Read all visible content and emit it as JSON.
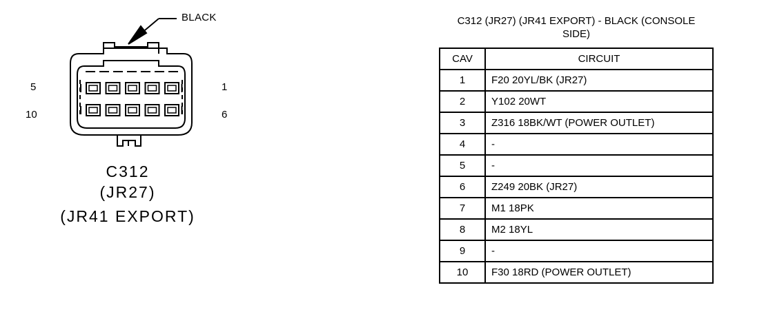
{
  "connector": {
    "color_callout": "BLACK",
    "name_lines": [
      "C312",
      "(JR27)",
      "(JR41 EXPORT)"
    ],
    "pin_labels": {
      "top_left": "5",
      "top_right": "1",
      "bottom_left": "10",
      "bottom_right": "6"
    },
    "cavity_rows": 2,
    "cavities_per_row": 5
  },
  "table": {
    "title_line1": "C312 (JR27) (JR41 EXPORT) - BLACK (CONSOLE",
    "title_line2": "SIDE)",
    "headers": {
      "cav": "CAV",
      "circuit": "CIRCUIT"
    },
    "rows": [
      {
        "cav": "1",
        "circuit": "F20 20YL/BK (JR27)"
      },
      {
        "cav": "2",
        "circuit": "Y102 20WT"
      },
      {
        "cav": "3",
        "circuit": "Z316 18BK/WT (POWER OUTLET)"
      },
      {
        "cav": "4",
        "circuit": "-"
      },
      {
        "cav": "5",
        "circuit": "-"
      },
      {
        "cav": "6",
        "circuit": "Z249 20BK (JR27)"
      },
      {
        "cav": "7",
        "circuit": "M1 18PK"
      },
      {
        "cav": "8",
        "circuit": "M2 18YL"
      },
      {
        "cav": "9",
        "circuit": "-"
      },
      {
        "cav": "10",
        "circuit": "F30 18RD (POWER OUTLET)"
      }
    ]
  }
}
